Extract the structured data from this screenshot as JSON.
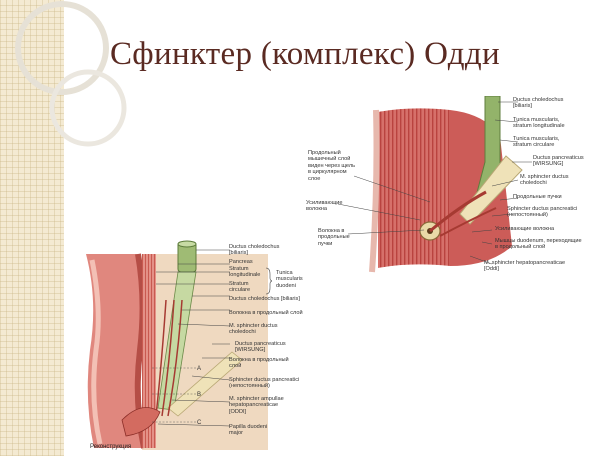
{
  "title": "Сфинктер (комплекс) Одди",
  "figure_top": {
    "labels": {
      "ductus_choledochus": "Ductus choledochus\n[biliaris]",
      "tunica_long": "Tunica muscularis,\nstratum longitudinale",
      "tunica_circ": "Tunica muscularis,\nstratum circulare",
      "ductus_panc": "Ductus pancreaticus\n[WIRSUNG]",
      "m_sph_chol": "M. sphincter ductus\ncholedochi",
      "prod_puchki": "Продольные пучки",
      "sph_panc": "Sphincter ductus pancreatici\n(непостоянный)",
      "usil_volokna_r": "Усиливающие волокна",
      "myshcy": "Мышцы duodenum, переходящие\nв продольный слой",
      "m_sph_hepato": "M. sphincter hepatopancreaticae\n[Oddi]",
      "prod_sloy": "Продольный\nмышечный слой\nвиден через щель\nв циркулярном\nслое",
      "usil_volokna_l": "Усиливающие\nволокна",
      "volokna_prod": "Волокна в\nпродольные\nпучки"
    }
  },
  "figure_bottom": {
    "labels": {
      "ductus_choledochus": "Ductus choledochus\n[biliaris]",
      "pancreas": "Pancreas",
      "stratum_long": "Stratum\nlongitudinale",
      "stratum_circ": "Stratum\ncirculare",
      "tunica_group": "Tunica\nmuscularis\nduodeni",
      "ductus_chol2": "Ductus choledochus [biliaris]",
      "volokna_sloy": "Волокна в продольный слой",
      "m_sph_chol": "M. sphincter ductus\ncholedochi",
      "ductus_panc": "Ductus pancreaticus\n[WIRSUNG]",
      "volokna_sloy2": "Волокна в продольный\nслой",
      "sph_panc": "Sphincter ductus pancreatici\n(непостоянный)",
      "m_sph_ampullae": "M. sphincter ampullae\nhepatopancreaticae\n[ODDI]",
      "papilla": "Papilla duodeni\nmajor",
      "letter_a": "A",
      "letter_b": "B",
      "letter_c": "C",
      "caption": "Реконструкция"
    }
  }
}
